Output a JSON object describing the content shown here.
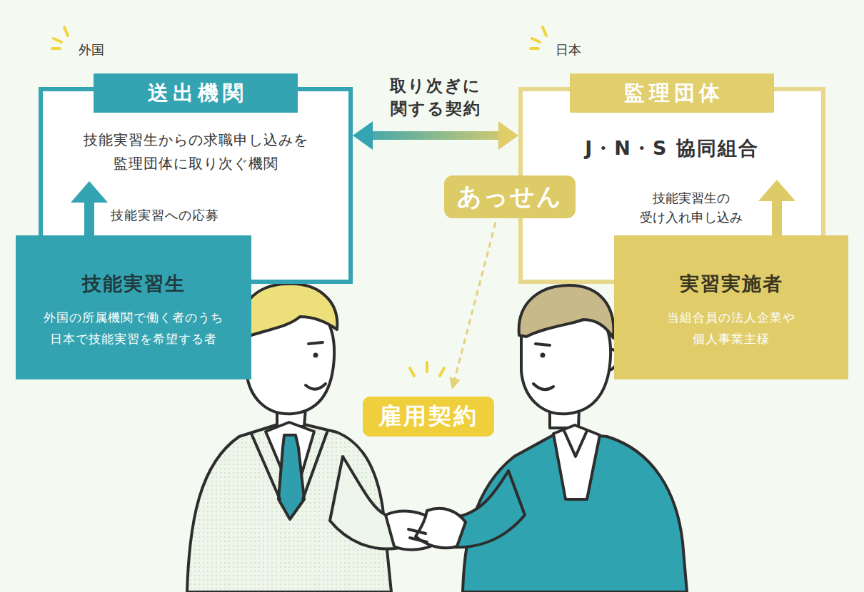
{
  "diagram": {
    "nodes": [
      {
        "text": [
          "送出機関",
          "技能実習生からの求職申し込みを 監理団体に取り次ぐ機関"
        ]
      },
      {
        "text": [
          "技能実習生",
          "外国の所属機関で働く者のうち 日本で技能実習を希望する者"
        ]
      },
      {
        "text": [
          "監理団体",
          "J・N・S 協同組合"
        ]
      },
      {
        "text": [
          "実習実施者",
          "当組合員の法人企業や 個人事業主様"
        ]
      },
      {
        "text": [
          "あっせん"
        ]
      },
      {
        "text": [
          "雇用契約"
        ]
      }
    ],
    "edges": [
      {
        "from": 1,
        "to": 0,
        "label": "技能実習への応募",
        "arrow": "to"
      },
      {
        "from": 3,
        "to": 2,
        "label": "技能実習生の 受け入れ申し込み",
        "arrow": "to"
      },
      {
        "from": 0,
        "to": 2,
        "label": "取り次ぎに 関する契約",
        "arrow": "both"
      },
      {
        "from": 4,
        "to": 5,
        "arrow": "to"
      }
    ],
    "labels": [
      "外国",
      "日本"
    ]
  }
}
